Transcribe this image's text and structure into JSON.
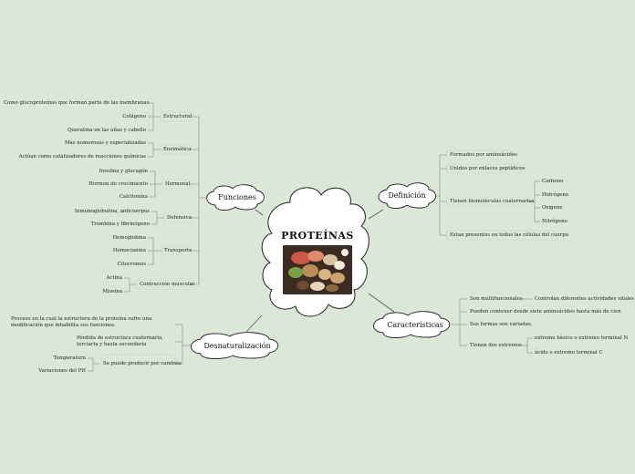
{
  "central": {
    "title": "PROTEÍNAS",
    "image_icon": "protein-foods-photo"
  },
  "funciones": {
    "label": "Funciones",
    "groups": [
      {
        "label": "Estructural",
        "items": [
          "Como glucoproteínas que forman parte de las membranas",
          "Colágeno",
          "Queratina en las uñas y cabello"
        ]
      },
      {
        "label": "Enzimática",
        "items": [
          "Más numerosas y especializadas",
          "Actúan como catalizadores de reacciones químicas"
        ]
      },
      {
        "label": "Hormonal",
        "items": [
          "Insulina y glucagón",
          "Hormon de crecimiento",
          "Calcitonina"
        ]
      },
      {
        "label": "Defensiva",
        "items": [
          "Inmunoglobulina, anticuerpos",
          "Trombina y fibrinógeno"
        ]
      },
      {
        "label": "Transporte",
        "items": [
          "Hemoglobina",
          "Hemocianina",
          "Citocromos"
        ]
      },
      {
        "label": "Contracción muscular",
        "items": [
          "Actina",
          "Miosina"
        ]
      }
    ]
  },
  "definicion": {
    "label": "Definición",
    "items": [
      "Formados por aminoácidos",
      "Unidos por enlaces peptídicos",
      "Tienen biomoléculas cuaternarias",
      "Estan presentes en todas las células del cuerpo"
    ],
    "elements": [
      "Carbono",
      "Hidrógeno",
      "Oxigeno",
      "Nitrógeno"
    ]
  },
  "caracteristicas": {
    "label": "Características",
    "items": [
      "Son multifuncionales",
      "Pueden contener desde siete aminoácidos hasta más de cien",
      "Sus formas son variadas.",
      "Tienen dos extremos"
    ],
    "multifuncional_detail": "Controlan diferentes actividades vitales",
    "extremos": [
      "extremo básico o extremo terminal N",
      "ácido o extremo terminal C"
    ]
  },
  "desnaturalizacion": {
    "label": "Desnaturalización",
    "items": [
      "Proceso en la cual la estructura de la proteína sufre una modificación que inhabilita sus funciones.",
      "Pérdida de estructura cuaternaria, terciaria y hasta secundaria",
      "Se puede producir por cambios"
    ],
    "causes": [
      "Temperatura",
      "Variaciones del PH"
    ]
  },
  "colors": {
    "background": "#dbe8d8",
    "line": "#8a8a8a",
    "cloud_fill": "#ffffff",
    "cloud_stroke": "#222222"
  }
}
